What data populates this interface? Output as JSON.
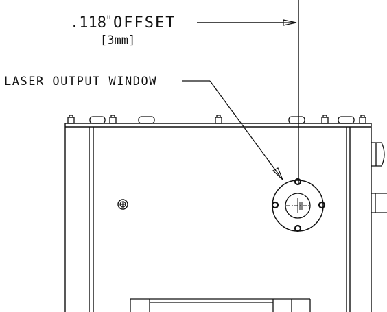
{
  "annotations": {
    "offset_value": ".118",
    "offset_inch_mark": "\"",
    "offset_word": "OFFSET",
    "offset_metric": "[3mm]",
    "window_label": "LASER OUTPUT WINDOW"
  },
  "colors": {
    "line": "#111111",
    "background": "#ffffff"
  }
}
